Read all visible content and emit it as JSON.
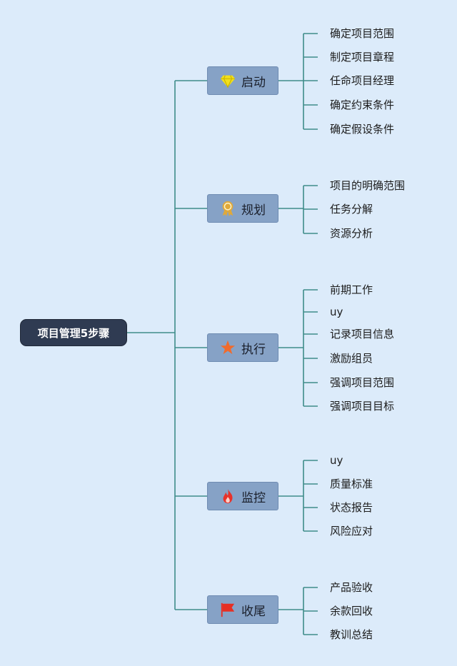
{
  "root": {
    "label": "项目管理5步骤"
  },
  "branches": [
    {
      "label": "启动",
      "icon": "diamond-icon",
      "icon_color": "#f2e01c",
      "children": [
        "确定项目范围",
        "制定项目章程",
        "任命项目经理",
        "确定约束条件",
        "确定假设条件"
      ]
    },
    {
      "label": "规划",
      "icon": "award-ribbon-icon",
      "icon_color": "#e0a93a",
      "children": [
        "项目的明确范围",
        "任务分解",
        "资源分析"
      ]
    },
    {
      "label": "执行",
      "icon": "star-icon",
      "icon_color": "#f06b2c",
      "children": [
        "前期工作",
        "uy",
        "记录项目信息",
        "激励组员",
        "强调项目范围",
        "强调项目目标"
      ]
    },
    {
      "label": "监控",
      "icon": "flame-icon",
      "icon_color": "#e8322a",
      "children": [
        "uy",
        "质量标准",
        "状态报告",
        "风险应对"
      ]
    },
    {
      "label": "收尾",
      "icon": "flag-icon",
      "icon_color": "#e62f24",
      "children": [
        "产品验收",
        "余款回收",
        "教训总结"
      ]
    }
  ],
  "colors": {
    "connector": "#3f8c89",
    "background": "#dcebfa",
    "branch_fill": "#86a2c6",
    "root_fill": "#2f3b52"
  }
}
